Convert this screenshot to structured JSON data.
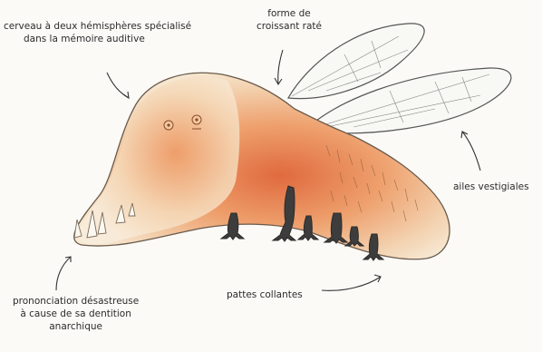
{
  "annotations": {
    "brain": {
      "line1": "cerveau à deux hémisphères spécialisé",
      "line2": "dans la mémoire auditive"
    },
    "croissant": {
      "line1": "forme de",
      "line2": "croissant raté"
    },
    "wings": {
      "line1": "ailes vestigiales"
    },
    "legs": {
      "line1": "pattes collantes"
    },
    "pronunciation": {
      "line1": "prononciation désastreuse",
      "line2": "à cause de sa dentition",
      "line3": "anarchique"
    }
  },
  "colors": {
    "body_light": "#f6e6cf",
    "body_orange": "#e8894f",
    "body_red": "#d9532f",
    "legs": "#3a3a3a",
    "wing_fill": "#f7f7f3",
    "ink": "#3a3a3a"
  }
}
